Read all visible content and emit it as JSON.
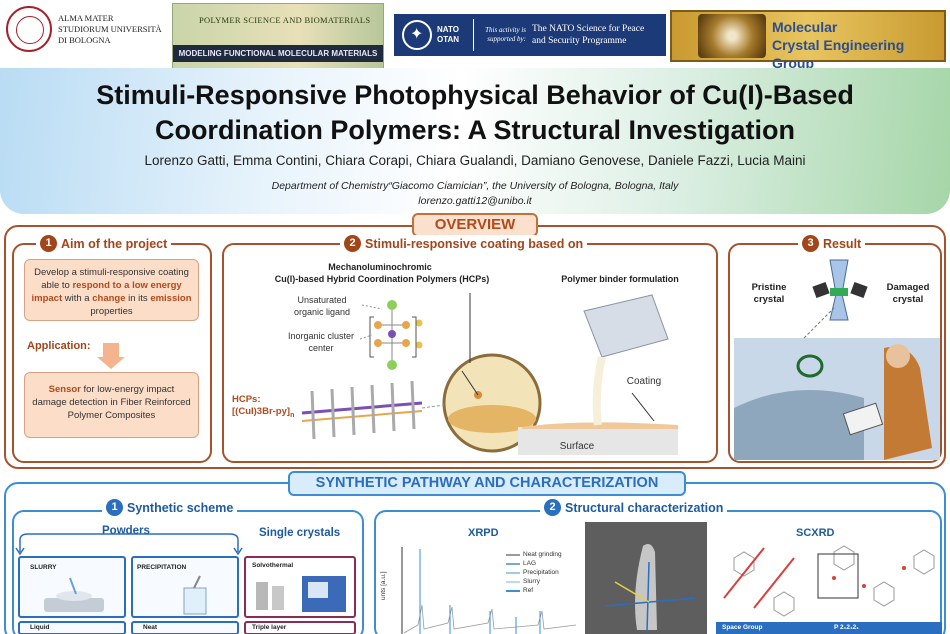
{
  "logos": {
    "unibo_text": "ALMA MATER STUDIORUM UNIVERSITÀ DI BOLOGNA",
    "psb_top": "POLYMER SCIENCE AND BIOMATERIALS",
    "psb_bottom": "MODELING FUNCTIONAL MOLECULAR MATERIALS",
    "nato_name": "NATO OTAN",
    "nato_activity": "This activity is supported by:",
    "nato_programme": "The NATO Science for Peace and Security Programme",
    "mceg_line1": "Molecular",
    "mceg_line2": "Crystal Engineering Group"
  },
  "header": {
    "title_line1": "Stimuli-Responsive Photophysical Behavior of Cu(I)-Based",
    "title_line2": "Coordination Polymers: A Structural Investigation",
    "authors": "Lorenzo Gatti, Emma Contini, Chiara Corapi, Chiara Gualandi, Damiano Genovese, Daniele Fazzi, Lucia Maini",
    "affiliation": "Department of Chemistry“Giacomo Ciamician”, the University of Bologna, Bologna, Italy",
    "email": "lorenzo.gatti12@unibo.it"
  },
  "overview": {
    "tag": "OVERVIEW",
    "aim": {
      "number": "1",
      "title": "Aim of the project",
      "box_pre": "Develop a stimuli-responsive coating able to ",
      "box_b1": "respond to a low energy impact",
      "box_mid": " with a ",
      "box_b2": "change",
      "box_mid2": " in its ",
      "box_b3": "emission",
      "box_post": " properties",
      "application": "Application:",
      "sensor_b": "Sensor",
      "sensor_text": " for low-energy impact damage detection in Fiber Reinforced Polymer Composites"
    },
    "coating": {
      "number": "2",
      "title": "Stimuli-responsive coating based on",
      "mech_title": "Mechanoluminochromic",
      "mech_sub": "Cu(I)-based Hybrid Coordination Polymers (HCPs)",
      "polymer_binder": "Polymer binder formulation",
      "unsaturated": "Unsaturated organic ligand",
      "inorganic": "Inorganic cluster center",
      "hcps_label": "HCPs:",
      "hcps_formula": "[(CuI)3Br-py]",
      "hcps_sub": "n",
      "coating_label": "Coating",
      "surface_label": "Surface"
    },
    "result": {
      "number": "3",
      "title": "Result",
      "pristine": "Pristine crystal",
      "damaged": "Damaged crystal"
    }
  },
  "synthesis": {
    "tag": "SYNTHETIC PATHWAY AND CHARACTERIZATION",
    "scheme": {
      "number": "1",
      "title": "Synthetic scheme",
      "powders": "Powders",
      "single_crystals": "Single crystals",
      "slurry": "SLURRY",
      "precipitation": "PRECIPITATION",
      "solvothermal": "Solvothermal",
      "liquid": "Liquid",
      "neat": "Neat",
      "triple_layer": "Triple layer"
    },
    "structural": {
      "number": "2",
      "title": "Structural characterization",
      "xrpd": "XRPD",
      "scxrd": "SCXRD",
      "y_axis": "unts [a.u.]",
      "legend": [
        "Neat grinding",
        "LAG",
        "Precipitation",
        "Slurry",
        "Ref"
      ],
      "space_group_label": "Space Group",
      "space_group_value": "P 2₁2₁2₁"
    }
  },
  "colors": {
    "overview_accent": "#a4532c",
    "synthesis_accent": "#3d8dd3",
    "box_fill": "#fbddc8"
  }
}
